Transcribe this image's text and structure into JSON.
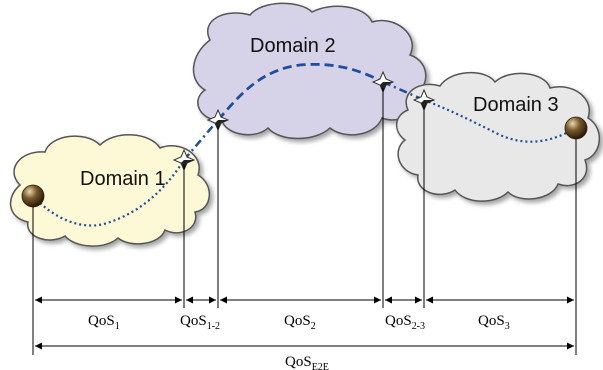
{
  "domains": [
    {
      "label": "Domain 1",
      "fill": "#fdf8d6"
    },
    {
      "label": "Domain 2",
      "fill": "#d6d2e8"
    },
    {
      "label": "Domain 3",
      "fill": "#e8e8e8"
    }
  ],
  "measures": [
    {
      "main": "QoS",
      "sub": "1"
    },
    {
      "main": "QoS",
      "sub": "1-2"
    },
    {
      "main": "QoS",
      "sub": "2"
    },
    {
      "main": "QoS",
      "sub": "2-3"
    },
    {
      "main": "QoS",
      "sub": "3"
    },
    {
      "main": "QoS",
      "sub": "E2E"
    }
  ],
  "colors": {
    "path": "#1f4e9c",
    "outline": "#555555",
    "arrow": "#000000"
  }
}
